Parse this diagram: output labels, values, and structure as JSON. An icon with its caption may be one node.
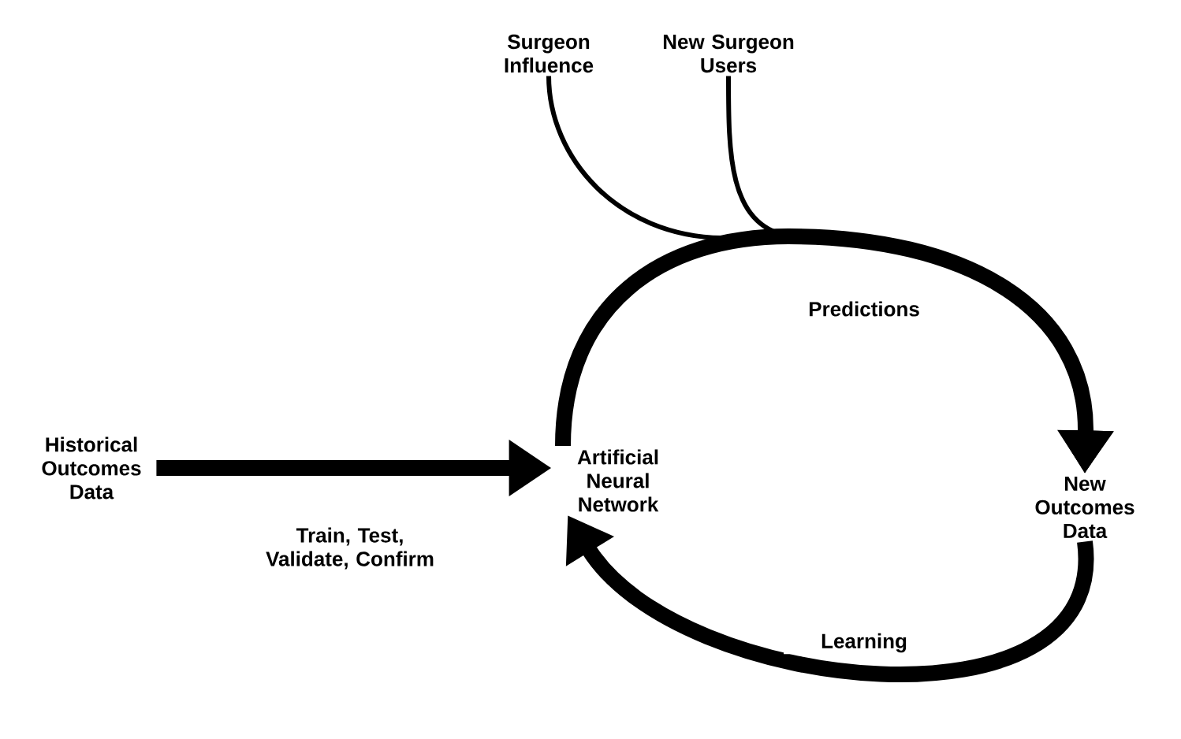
{
  "diagram": {
    "nodes": [
      {
        "text": [
          "Surgeon Influence"
        ]
      },
      {
        "text": [
          "New Surgeon Users"
        ]
      },
      {
        "text": [
          "Historical Outcomes Data"
        ]
      },
      {
        "text": [
          "Artificial Neural Network"
        ]
      },
      {
        "text": [
          "New Outcomes Data"
        ]
      }
    ],
    "edges": [
      {
        "from": 2,
        "to": 3,
        "arrow": "to",
        "label": "Train, Test, Validate, Confirm"
      },
      {
        "from": 0,
        "to": 4,
        "arrow": "to"
      },
      {
        "from": 1,
        "to": 4,
        "arrow": "to"
      },
      {
        "from": 3,
        "to": 4,
        "arrow": "to",
        "label": "Predictions"
      },
      {
        "from": 4,
        "to": 3,
        "arrow": "to",
        "label": "Learning"
      }
    ]
  }
}
